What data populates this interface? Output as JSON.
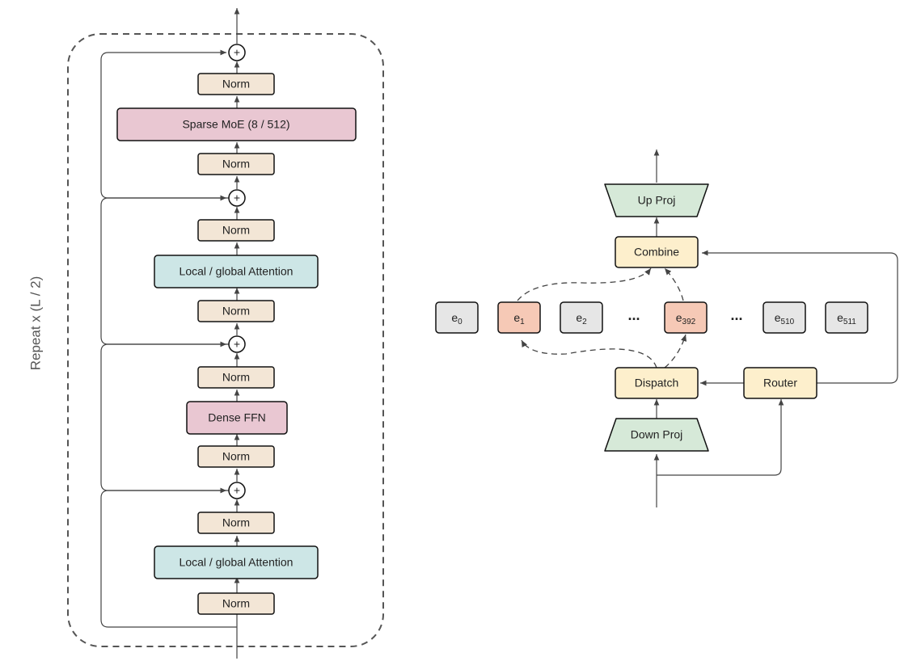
{
  "left_block": {
    "repeat_label": "Repeat x (L / 2)",
    "sparse_moe_label": "Sparse MoE (8 / 512)",
    "dense_ffn_label": "Dense FFN",
    "attention_label": "Local / global Attention",
    "norm_label": "Norm",
    "plus_symbol": "+"
  },
  "right_block": {
    "up_proj_label": "Up Proj",
    "combine_label": "Combine",
    "dispatch_label": "Dispatch",
    "router_label": "Router",
    "down_proj_label": "Down Proj",
    "ellipsis": "...",
    "experts": [
      {
        "base": "e",
        "sub": "0",
        "selected": false
      },
      {
        "base": "e",
        "sub": "1",
        "selected": true
      },
      {
        "base": "e",
        "sub": "2",
        "selected": false
      },
      {
        "base": "e",
        "sub": "392",
        "selected": true
      },
      {
        "base": "e",
        "sub": "510",
        "selected": false
      },
      {
        "base": "e",
        "sub": "511",
        "selected": false
      }
    ]
  },
  "colors": {
    "norm": "#f3e6d6",
    "moe": "#e9c7d2",
    "attention": "#cde6e6",
    "proj": "#d6e9d8",
    "combine": "#fdefcc",
    "expert": "#e6e6e6",
    "expert_selected": "#f6c9b6",
    "stroke": "#222222"
  }
}
